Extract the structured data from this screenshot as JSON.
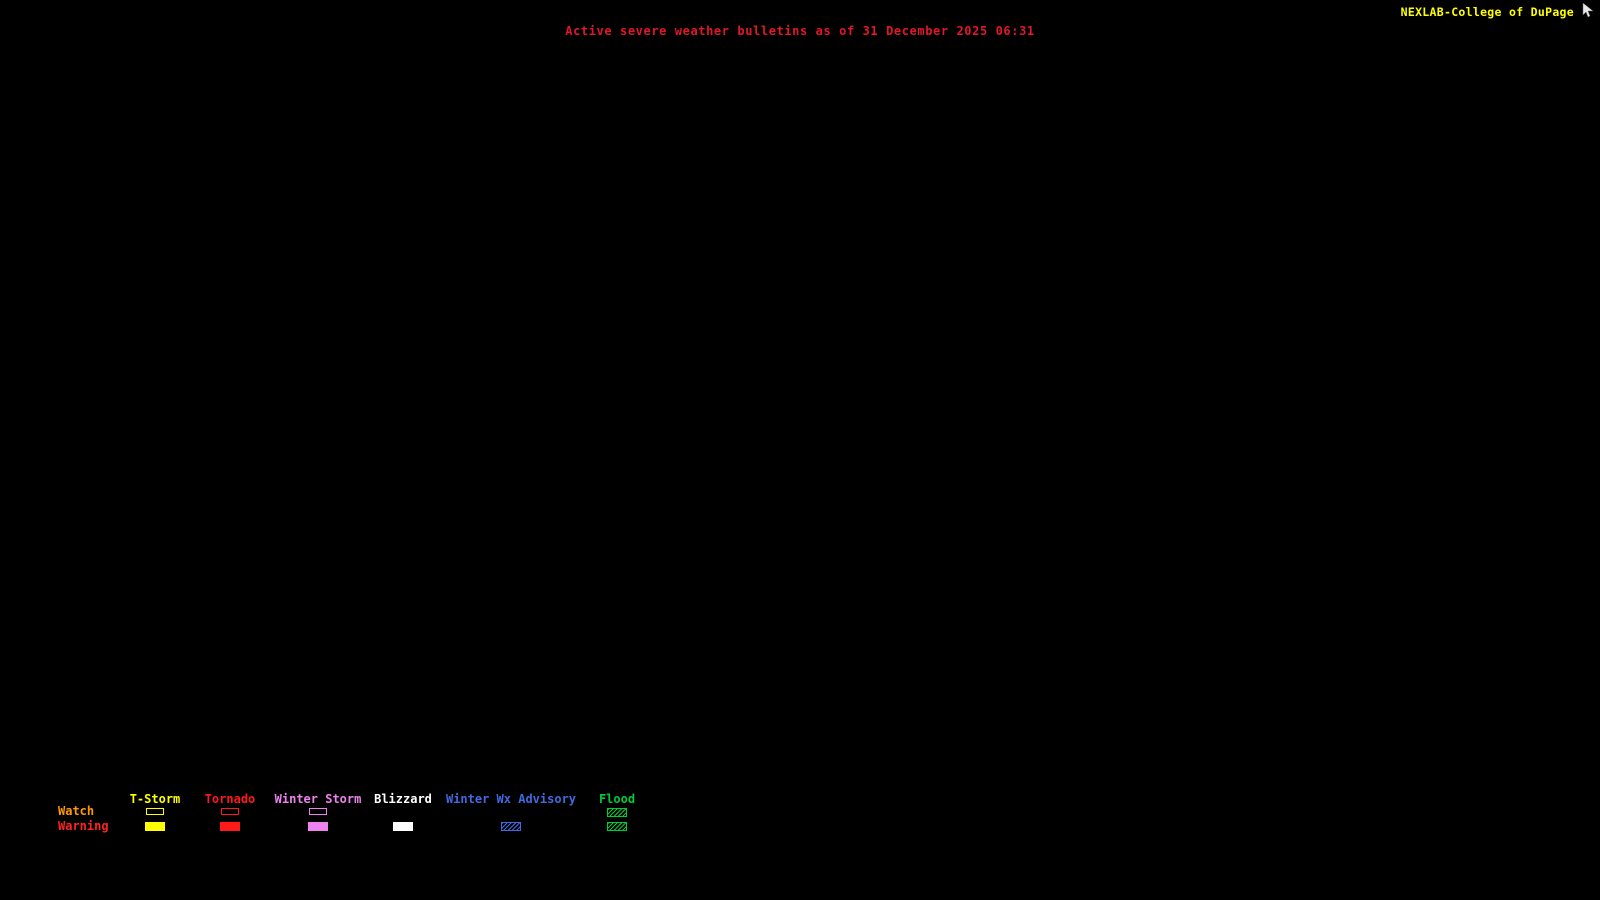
{
  "header": {
    "brand": "NEXLAB-College of DuPage",
    "brand_color": "#ffff00",
    "title": "Active severe weather bulletins as of 31 December 2025 06:31",
    "title_color": "#e01828",
    "cursor_icon": "mouse-pointer"
  },
  "legend": {
    "row_labels": {
      "watch": {
        "label": "Watch",
        "color": "#ff9900"
      },
      "warning": {
        "label": "Warning",
        "color": "#ff2222"
      }
    },
    "columns": [
      {
        "label": "T-Storm",
        "color": "#ffff00",
        "watch_swatch": "outline",
        "warning_swatch": "filled"
      },
      {
        "label": "Tornado",
        "color": "#ff1a1a",
        "watch_swatch": "outline",
        "warning_swatch": "filled"
      },
      {
        "label": "Winter Storm",
        "color": "#ee82ee",
        "watch_swatch": "outline",
        "warning_swatch": "filled"
      },
      {
        "label": "Blizzard",
        "color": "#ffffff",
        "watch_swatch": "none",
        "warning_swatch": "filled"
      },
      {
        "label": "Winter Wx Advisory",
        "color": "#4169e1",
        "watch_swatch": "none",
        "warning_swatch": "hatched"
      },
      {
        "label": "Flood",
        "color": "#00cc33",
        "watch_swatch": "hatched",
        "warning_swatch": "hatched"
      }
    ]
  }
}
